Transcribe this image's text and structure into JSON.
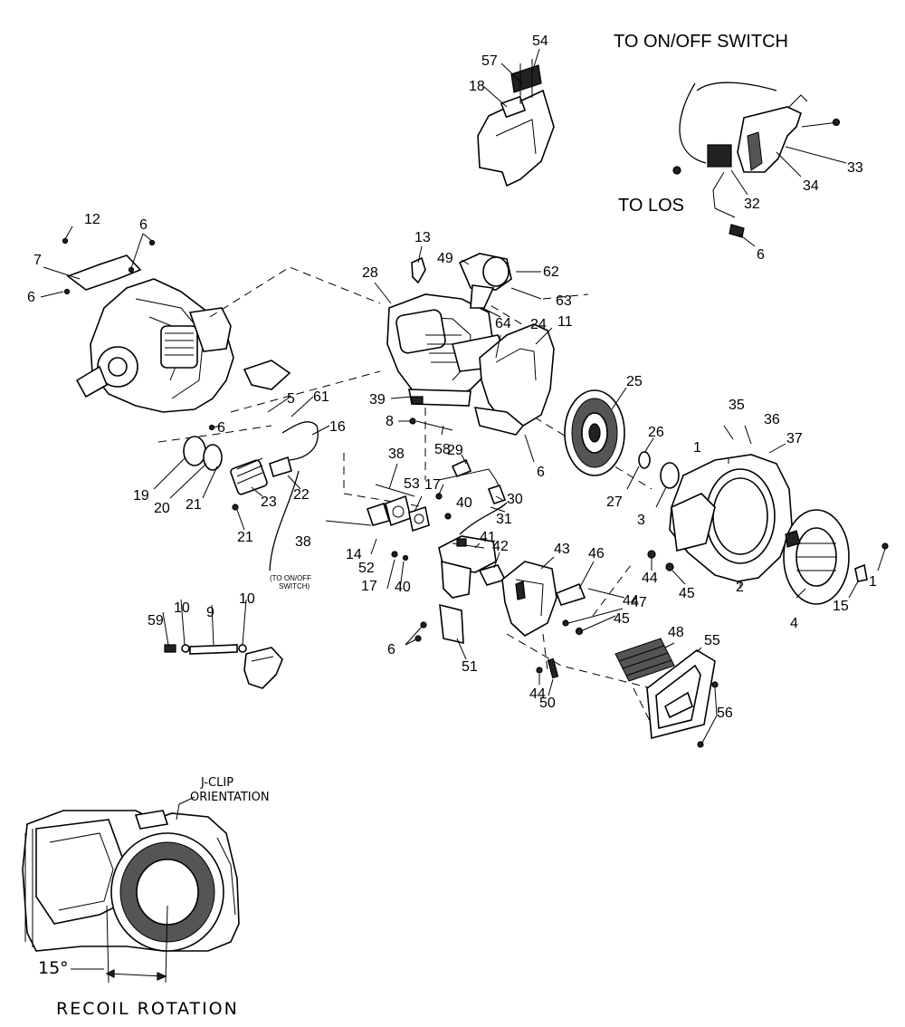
{
  "diagram": {
    "callouts": {
      "to_on_off_switch": "TO ON/OFF SWITCH",
      "to_los": "TO LOS",
      "to_on_off_small_1": "(TO ON/OFF",
      "to_on_off_small_2": "SWITCH)"
    },
    "inset": {
      "j_clip_1": "J-CLIP",
      "j_clip_2": "ORIENTATION",
      "angle": "15°",
      "caption": "RECOIL  ROTATION"
    },
    "labels": {
      "n1a": "1",
      "n1b": "1",
      "n2": "2",
      "n3": "3",
      "n4": "4",
      "n5": "5",
      "n6a": "6",
      "n6b": "6",
      "n6c": "6",
      "n6d": "6",
      "n6e": "6",
      "n6f": "6",
      "n7": "7",
      "n8": "8",
      "n9": "9",
      "n10a": "10",
      "n10b": "10",
      "n11": "11",
      "n12": "12",
      "n13": "13",
      "n14": "14",
      "n15": "15",
      "n16": "16",
      "n17a": "17",
      "n17b": "17",
      "n18": "18",
      "n19": "19",
      "n20": "20",
      "n21a": "21",
      "n21b": "21",
      "n22": "22",
      "n23": "23",
      "n24": "24",
      "n25": "25",
      "n26": "26",
      "n27": "27",
      "n28": "28",
      "n29": "29",
      "n30": "30",
      "n31": "31",
      "n32": "32",
      "n33": "33",
      "n34": "34",
      "n35": "35",
      "n36": "36",
      "n37": "37",
      "n38a": "38",
      "n38b": "38",
      "n39": "39",
      "n40a": "40",
      "n40b": "40",
      "n41": "41",
      "n42": "42",
      "n43": "43",
      "n44a": "44",
      "n44b": "44",
      "n44c": "44",
      "n45a": "45",
      "n45b": "45",
      "n46": "46",
      "n47": "47",
      "n48": "48",
      "n49": "49",
      "n50": "50",
      "n51": "51",
      "n52": "52",
      "n53": "53",
      "n54": "54",
      "n55": "55",
      "n56": "56",
      "n57": "57",
      "n58": "58",
      "n59": "59",
      "n61": "61",
      "n62": "62",
      "n63": "63",
      "n64": "64"
    }
  }
}
